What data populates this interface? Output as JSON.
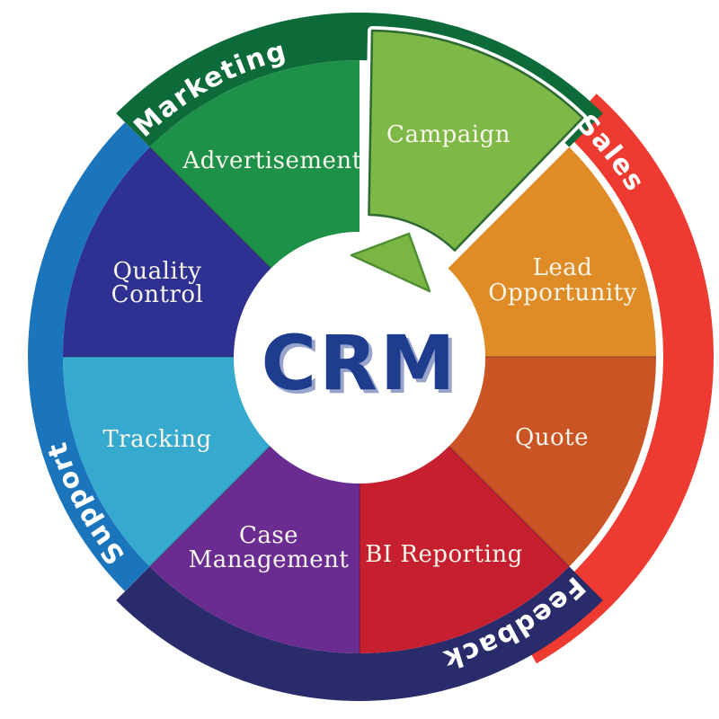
{
  "diagram": {
    "title": "CRM",
    "title_color": "#1f3d8e",
    "title_shadow_color": "#97a3cb",
    "label_text_color": "#f8f5ea",
    "ring_text_color": "#ffffff",
    "divider_color": "rgba(30,20,45,0.30)",
    "center_fill": "#ffffff",
    "rings": [
      {
        "id": "marketing",
        "label": "Marketing",
        "color": "#0d6b39"
      },
      {
        "id": "sales",
        "label": "Sales",
        "color": "#ee3a30"
      },
      {
        "id": "feedback",
        "label": "Feedback",
        "color": "#292b6b"
      },
      {
        "id": "support",
        "label": "Support",
        "color": "#1b75bd"
      }
    ],
    "segments": [
      {
        "id": "campaign",
        "label": "Campaign",
        "color": "#7eb847",
        "border_color": "#2e6b33"
      },
      {
        "id": "lead-opportunity",
        "label": "Lead Opportunity",
        "line1": "Lead",
        "line2": "Opportunity",
        "color": "#df8c26"
      },
      {
        "id": "quote",
        "label": "Quote",
        "color": "#cb5424"
      },
      {
        "id": "bi-reporting",
        "label": "BI Reporting",
        "color": "#c51f30"
      },
      {
        "id": "case-management",
        "label": "Case Management",
        "line1": "Case",
        "line2": "Management",
        "color": "#6b2c91"
      },
      {
        "id": "tracking",
        "label": "Tracking",
        "color": "#36a9cf"
      },
      {
        "id": "quality-control",
        "label": "Quality Control",
        "line1": "Quality",
        "line2": "Control",
        "color": "#2e3192"
      },
      {
        "id": "advertisement",
        "label": "Advertisement",
        "color": "#1e9149"
      }
    ],
    "arrow": {
      "color": "#7cb544",
      "border_color": "#4f8f33"
    }
  }
}
